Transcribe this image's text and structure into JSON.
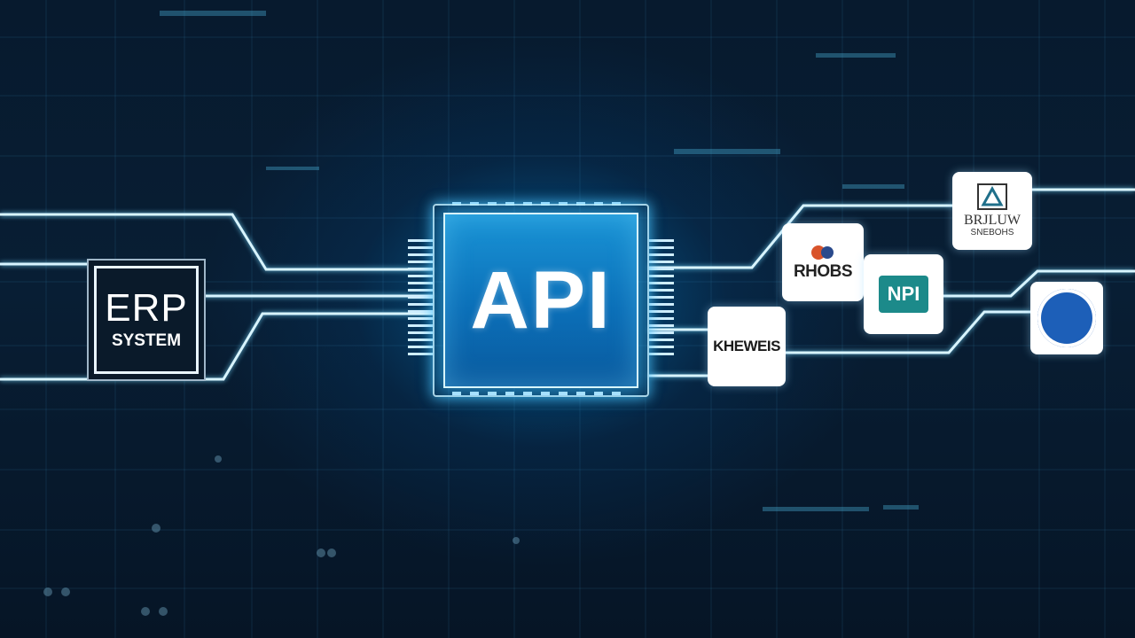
{
  "erp": {
    "title": "ERP",
    "subtitle": "SYSTEM"
  },
  "api": {
    "label": "API"
  },
  "cards": {
    "a": {
      "text": "RHOBS",
      "icon": "logo-mark-icon"
    },
    "b": {
      "text": "NPI"
    },
    "c": {
      "text": "KHEWEIS"
    },
    "d": {
      "line1": "BRJLUW",
      "line2": "SNEBOHS",
      "icon": "triangle-logo-icon"
    },
    "e": {
      "icon": "circle-logo-icon"
    }
  },
  "colors": {
    "background": "#061425",
    "api_chip": "#0b6fb8",
    "wire": "#d8f4ff",
    "card": "#ffffff"
  }
}
